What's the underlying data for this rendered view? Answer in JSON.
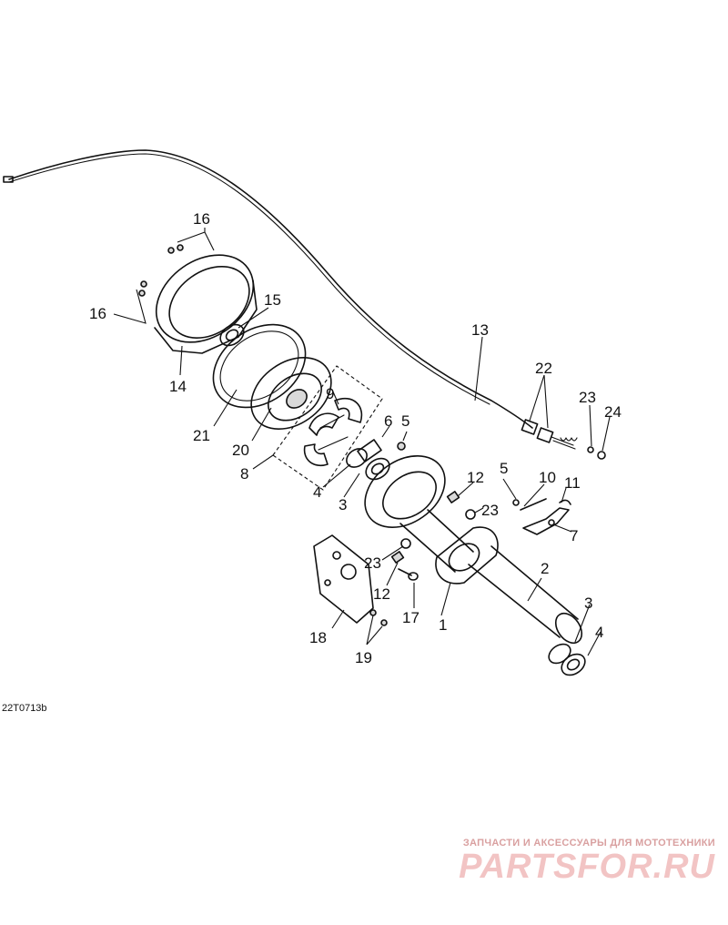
{
  "figure": {
    "code": "22T0713b"
  },
  "callouts": [
    {
      "id": "c16a",
      "text": "16"
    },
    {
      "id": "c16b",
      "text": "16"
    },
    {
      "id": "c15",
      "text": "15"
    },
    {
      "id": "c14",
      "text": "14"
    },
    {
      "id": "c21",
      "text": "21"
    },
    {
      "id": "c20",
      "text": "20"
    },
    {
      "id": "c8",
      "text": "8"
    },
    {
      "id": "c9",
      "text": "9"
    },
    {
      "id": "c6",
      "text": "6"
    },
    {
      "id": "c5a",
      "text": "5"
    },
    {
      "id": "c4a",
      "text": "4"
    },
    {
      "id": "c3a",
      "text": "3"
    },
    {
      "id": "c13",
      "text": "13"
    },
    {
      "id": "c22",
      "text": "22"
    },
    {
      "id": "c23a",
      "text": "23"
    },
    {
      "id": "c24",
      "text": "24"
    },
    {
      "id": "c12a",
      "text": "12"
    },
    {
      "id": "c5b",
      "text": "5"
    },
    {
      "id": "c23b",
      "text": "23"
    },
    {
      "id": "c10",
      "text": "10"
    },
    {
      "id": "c11",
      "text": "11"
    },
    {
      "id": "c7",
      "text": "7"
    },
    {
      "id": "c23c",
      "text": "23"
    },
    {
      "id": "c12b",
      "text": "12"
    },
    {
      "id": "c17",
      "text": "17"
    },
    {
      "id": "c1",
      "text": "1"
    },
    {
      "id": "c2",
      "text": "2"
    },
    {
      "id": "c3b",
      "text": "3"
    },
    {
      "id": "c4b",
      "text": "4"
    },
    {
      "id": "c18",
      "text": "18"
    },
    {
      "id": "c19",
      "text": "19"
    }
  ],
  "watermark": {
    "tagline": "ЗАПЧАСТИ И АКСЕССУАРЫ ДЛЯ МОТОТЕХНИКИ",
    "brand": "PARTSFOR.RU",
    "color": "#f2c4c4"
  }
}
